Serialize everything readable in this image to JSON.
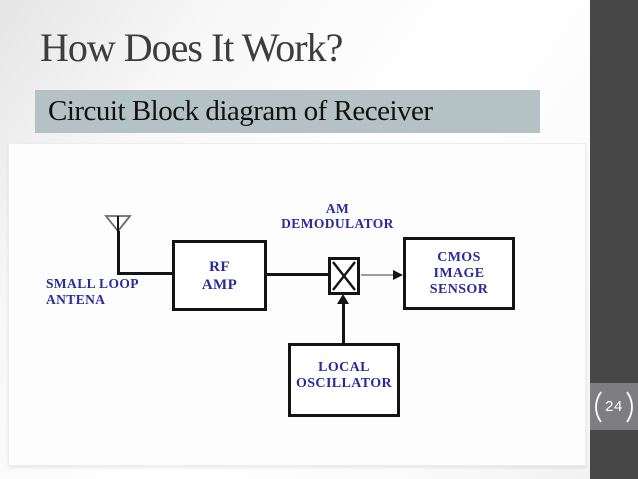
{
  "slide": {
    "title": "How Does It Work?",
    "subtitle": "Circuit Block diagram of Receiver",
    "page_number": "24"
  },
  "diagram": {
    "antenna_label": [
      "SMALL LOOP",
      "ANTENA"
    ],
    "am_label": [
      "AM",
      "DEMODULATOR"
    ],
    "rf_amp": [
      "RF",
      "AMP"
    ],
    "cmos_sensor": [
      "CMOS",
      "IMAGE",
      "SENSOR"
    ],
    "local_oscillator": [
      "LOCAL",
      "OSCILLATOR"
    ]
  },
  "colors": {
    "sidebar": "#474747",
    "page_badge_bg": "#7e7e80",
    "subtitle_bg": "#b4c2c6",
    "title_text": "#3e3d3d",
    "diagram_text": "#2a2a9b",
    "diagram_line": "#141414",
    "mixer_output_line": "#9d9d9d"
  }
}
